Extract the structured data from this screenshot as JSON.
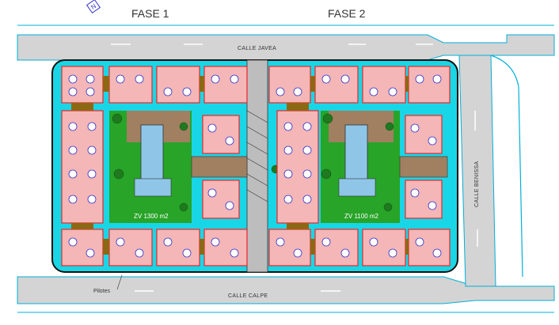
{
  "phases": {
    "fase1": "FASE 1",
    "fase2": "FASE 2"
  },
  "streets": {
    "top": "CALLE JAVEA",
    "bottom": "CALLE CALPE",
    "right": "CALLE BENISSA"
  },
  "green_zones": {
    "west": "ZV 1300 m2",
    "east": "ZV 1100 m2"
  },
  "annotations": {
    "pilotes": "Pilotes"
  },
  "icons": {
    "north": "north-arrow-icon"
  },
  "colors": {
    "paving": "#19d6e6",
    "green": "#28a428",
    "pool": "#8fc6e8",
    "wood": "#8b6914",
    "road": "#cfcfcf",
    "unit_red": "#e8262a",
    "unit_blue": "#3333cc"
  }
}
